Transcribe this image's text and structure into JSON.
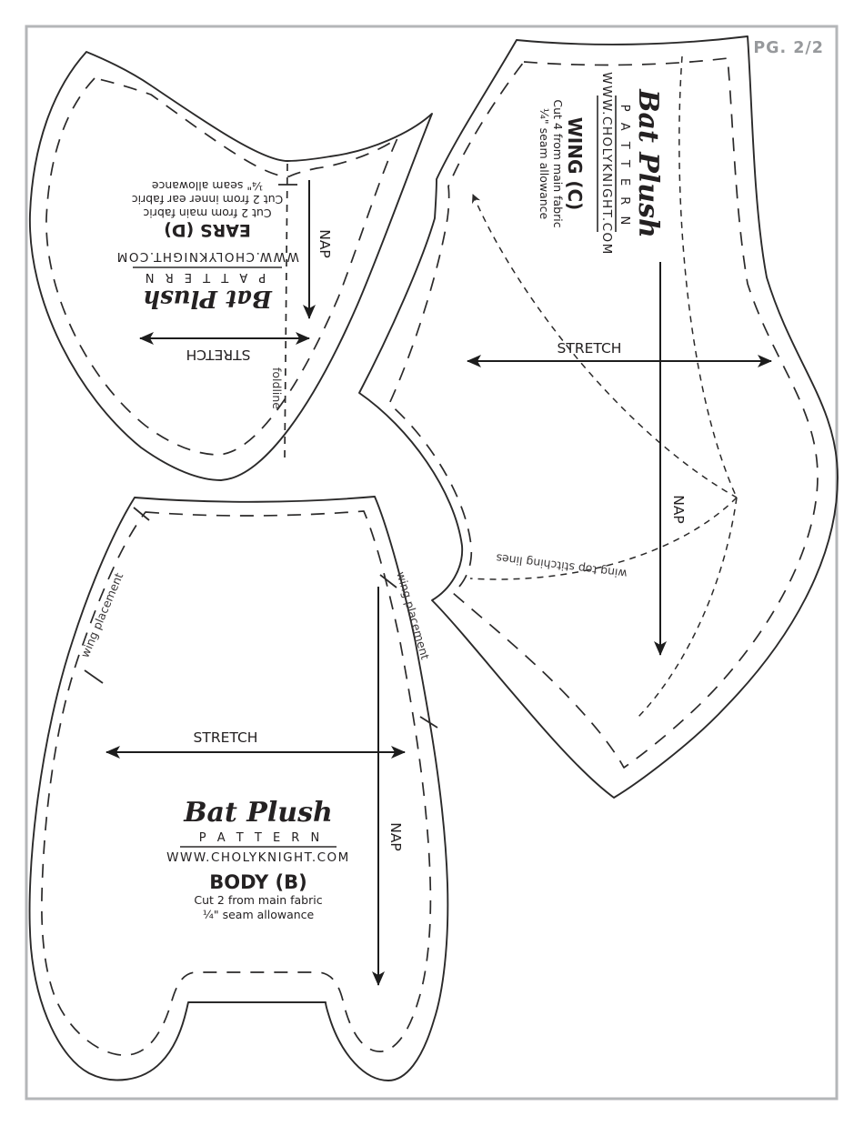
{
  "page": {
    "label": "PG. 2/2"
  },
  "brand": {
    "name": "Bat Plush",
    "tagline": "P A T T E R N",
    "website": "WWW.CHOLYKNIGHT.COM"
  },
  "labels": {
    "stretch": "STRETCH",
    "nap": "NAP"
  },
  "pieces": {
    "ears": {
      "title": "EARS (D)",
      "cut1": "Cut 2 from main fabric",
      "cut2": "Cut 2 from inner ear fabric",
      "seam": "¼\" seam allowance",
      "foldline": "foldline"
    },
    "wing": {
      "title": "WING (C)",
      "cut1": "Cut 4 from main fabric",
      "seam": "¼\" seam allowance",
      "stitching": "wing top stitching lines"
    },
    "body": {
      "title": "BODY (B)",
      "cut1": "Cut 2 from main fabric",
      "seam": "¼\" seam allowance",
      "wing_placement": "wing placement"
    }
  },
  "colors": {
    "line": "#2b2a2a",
    "muted": "#97999c",
    "border": "#b4b6b8"
  }
}
